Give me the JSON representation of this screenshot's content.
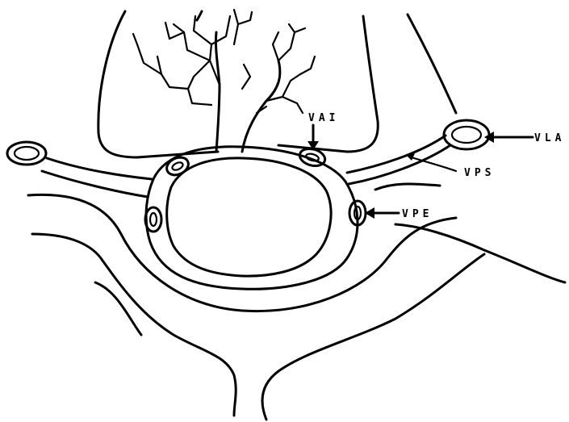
{
  "labels": {
    "vai": "VAI",
    "vla": "VLA",
    "vps": "VPS",
    "vpe": "VPE"
  },
  "colors": {
    "ink": "#000000",
    "background": "#ffffff"
  }
}
